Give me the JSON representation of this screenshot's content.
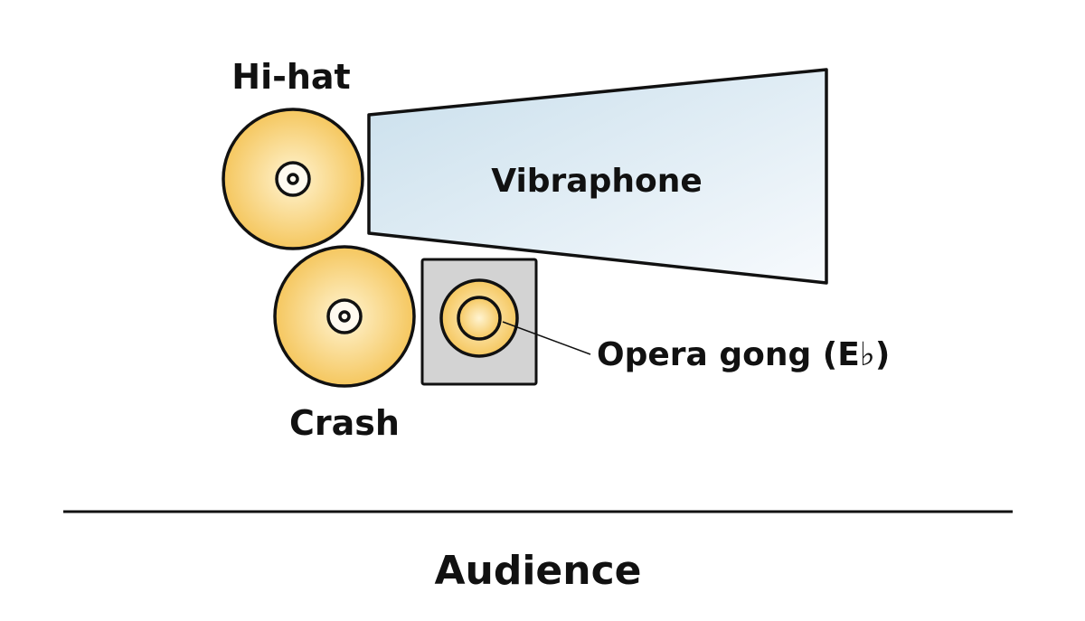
{
  "diagram": {
    "instruments": {
      "hihat": {
        "label": "Hi-hat"
      },
      "vibraphone": {
        "label": "Vibraphone"
      },
      "crash": {
        "label": "Crash"
      },
      "opera_gong": {
        "label": "Opera gong (E♭)"
      }
    },
    "audience": {
      "label": "Audience"
    }
  },
  "colors": {
    "cymbal_center": "#fff4d2",
    "cymbal_edge": "#f5c75f",
    "vibraphone_left": "#c9dfec",
    "vibraphone_right": "#f7fafd",
    "gong_stand": "#d3d3d3",
    "outline": "#111111"
  }
}
